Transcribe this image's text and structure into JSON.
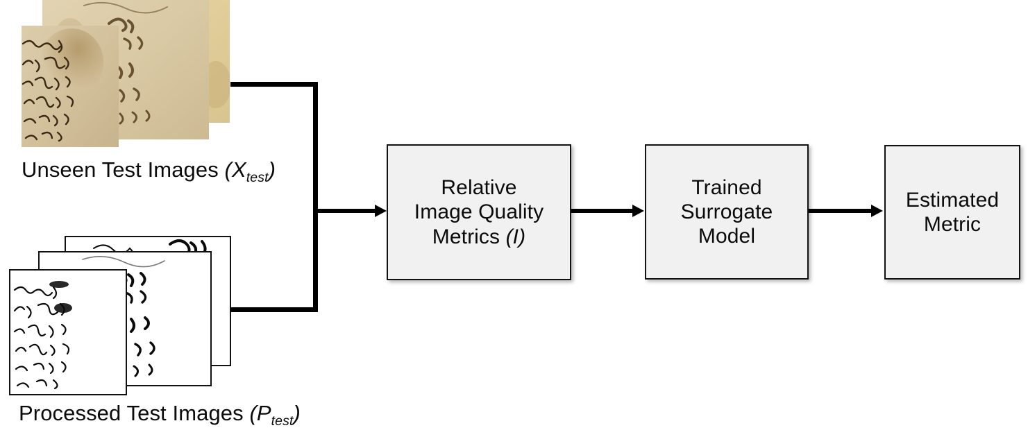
{
  "figure": {
    "type": "pipeline-flow-diagram",
    "background_color": "#ffffff",
    "line_color": "#000000",
    "box_fill_color": "#f1f1f1",
    "box_border_color": "#121212"
  },
  "inputs": [
    {
      "id": "unseen-test-images",
      "caption_text": "Unseen Test Images ",
      "caption_symbol": "(X",
      "caption_symbol_sub": "test",
      "caption_symbol_end": ")",
      "image_kind": "sepia-manuscript-stack",
      "image_count": 3,
      "description": "Stack of three scanned historical handwritten manuscript pages in sepia tone"
    },
    {
      "id": "processed-test-images",
      "caption_text": "Processed Test Images ",
      "caption_symbol": "(P",
      "caption_symbol_sub": "test",
      "caption_symbol_end": ")",
      "image_kind": "binarized-manuscript-stack",
      "image_count": 3,
      "description": "Stack of three binarized black-and-white versions of the same manuscript pages"
    }
  ],
  "stages": [
    {
      "id": "relative-image-quality-metrics",
      "lines": [
        "Relative",
        "Image Quality",
        "Metrics "
      ],
      "italic_suffix": "(I)"
    },
    {
      "id": "trained-surrogate-model",
      "lines": [
        "Trained",
        "Surrogate",
        "Model"
      ],
      "italic_suffix": ""
    },
    {
      "id": "estimated-metric",
      "lines": [
        "Estimated",
        "Metric"
      ],
      "italic_suffix": ""
    }
  ],
  "connectors": [
    {
      "id": "merge-junction",
      "from": [
        "unseen-test-images",
        "processed-test-images"
      ],
      "to": "relative-image-quality-metrics",
      "style": "merge-arrow"
    },
    {
      "id": "metrics-to-model",
      "from": "relative-image-quality-metrics",
      "to": "trained-surrogate-model",
      "style": "arrow"
    },
    {
      "id": "model-to-output",
      "from": "trained-surrogate-model",
      "to": "estimated-metric",
      "style": "arrow"
    }
  ]
}
